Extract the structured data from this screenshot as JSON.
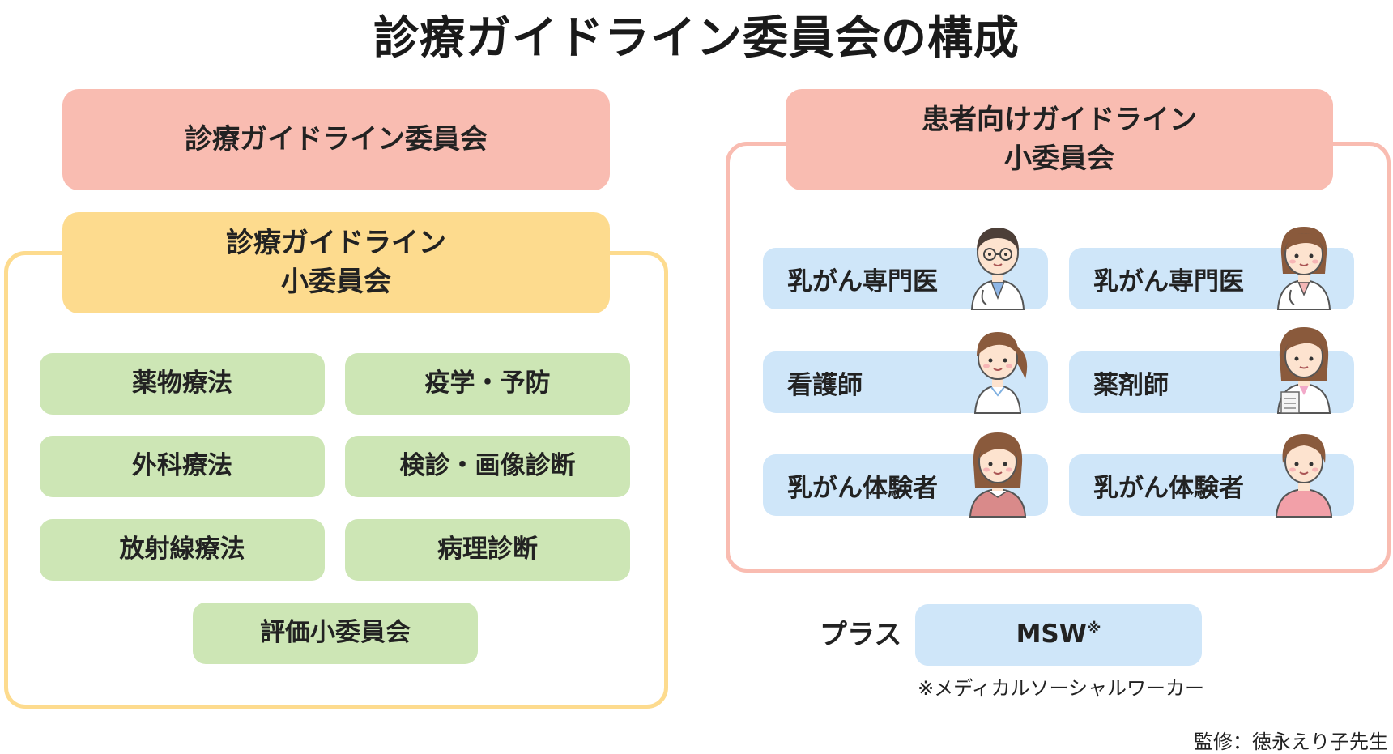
{
  "title": "診療ガイドライン委員会の構成",
  "left": {
    "committee": "診療ガイドライン委員会",
    "subcommittee_line1": "診療ガイドライン",
    "subcommittee_line2": "小委員会",
    "groups": [
      "薬物療法",
      "疫学・予防",
      "外科療法",
      "検診・画像診断",
      "放射線療法",
      "病理診断",
      "評価小委員会"
    ]
  },
  "right": {
    "committee_line1": "患者向けガイドライン",
    "committee_line2": "小委員会",
    "members": [
      {
        "label": "乳がん専門医",
        "icon": "male-doctor-icon"
      },
      {
        "label": "乳がん専門医",
        "icon": "female-doctor-icon"
      },
      {
        "label": "看護師",
        "icon": "nurse-icon"
      },
      {
        "label": "薬剤師",
        "icon": "pharmacist-icon"
      },
      {
        "label": "乳がん体験者",
        "icon": "patient-icon"
      },
      {
        "label": "乳がん体験者",
        "icon": "patient-icon"
      }
    ],
    "plus_label": "プラス",
    "msw_label": "MSW",
    "msw_mark": "※",
    "footnote": "※メディカルソーシャルワーカー"
  },
  "supervisor": "監修：徳永えり子先生",
  "colors": {
    "pink": "#f9bcb1",
    "yellow": "#fddb8e",
    "green": "#cde6b5",
    "blue": "#cfe6f9"
  }
}
